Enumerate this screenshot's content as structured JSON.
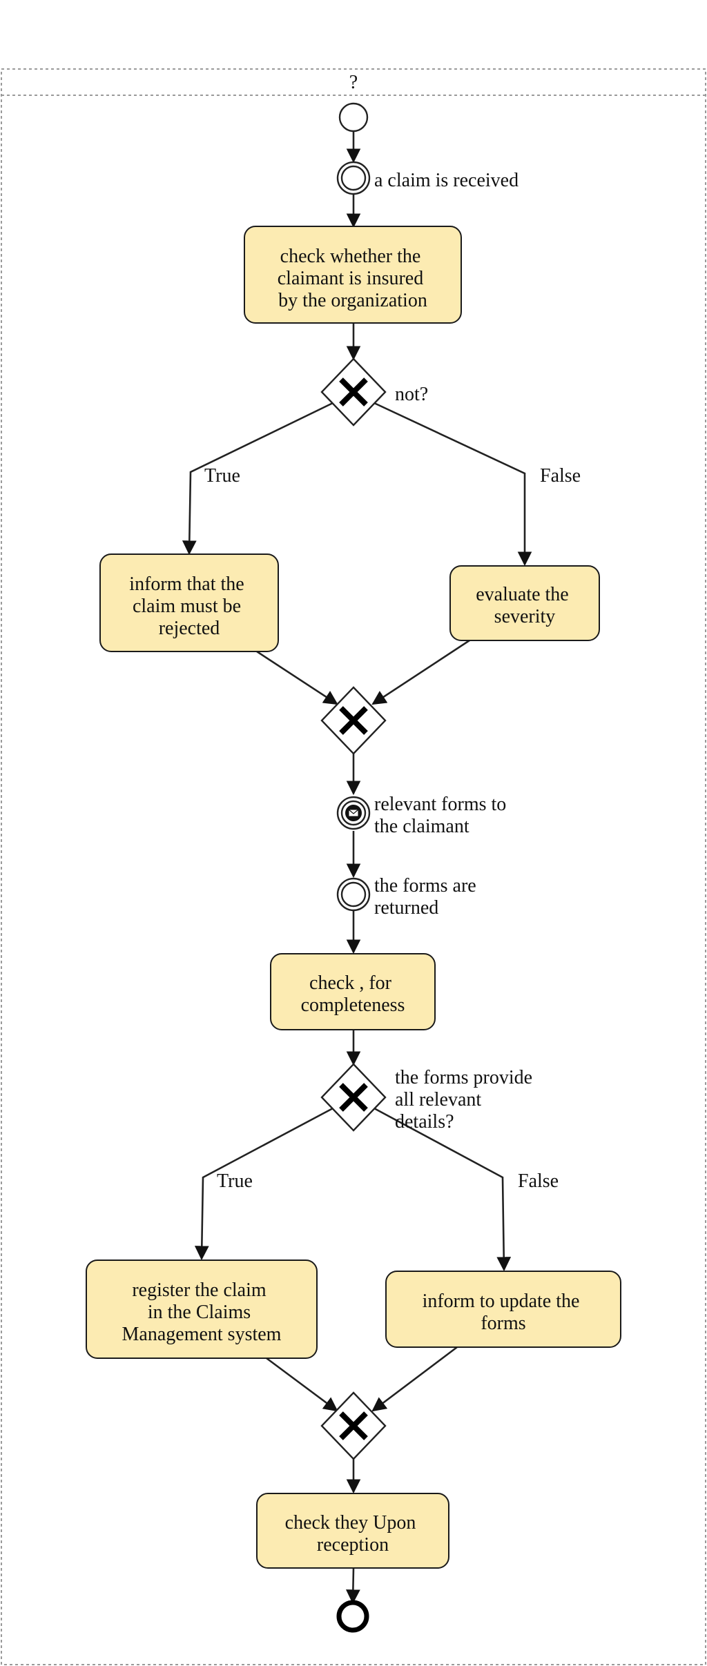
{
  "pool": {
    "title": "?"
  },
  "events": {
    "claim_received": "a claim is received",
    "send_forms": [
      "relevant forms to",
      "the claimant"
    ],
    "forms_returned": [
      "the forms are",
      "returned"
    ]
  },
  "gateways": {
    "g1": {
      "question": "not?",
      "true_label": "True",
      "false_label": "False"
    },
    "g2": {
      "question": [
        "the forms provide",
        "all relevant",
        "details?"
      ],
      "true_label": "True",
      "false_label": "False"
    }
  },
  "tasks": {
    "check_insured": [
      "check whether the",
      "claimant is insured",
      "by the organization"
    ],
    "inform_rejected": [
      "inform that the",
      "claim must be",
      "rejected"
    ],
    "evaluate_severity": [
      "evaluate the",
      "severity"
    ],
    "check_completeness": [
      "check , for",
      "completeness"
    ],
    "register_claim": [
      "register the claim",
      "in the Claims",
      "Management system"
    ],
    "inform_update": [
      "inform to update the",
      "forms"
    ],
    "check_upon_reception": [
      "check they Upon",
      "reception"
    ]
  },
  "colors": {
    "task_fill": "#fcebb2",
    "stroke": "#222222"
  }
}
